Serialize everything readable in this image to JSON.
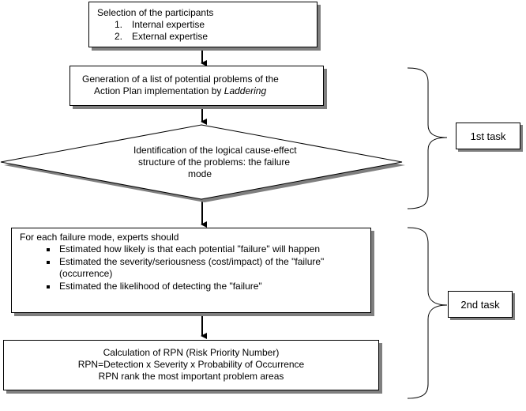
{
  "step1": {
    "title": "Selection of the participants",
    "items": [
      {
        "num": "1.",
        "label": "Internal expertise"
      },
      {
        "num": "2.",
        "label": "External expertise"
      }
    ]
  },
  "step2": {
    "line1": "Generation of a list of potential problems of the",
    "line2_prefix": "Action Plan implementation by ",
    "line2_italic": "Laddering"
  },
  "step3": {
    "lines": [
      "Identification of the logical cause-effect",
      "structure of the problems: the failure",
      "mode"
    ]
  },
  "step4": {
    "intro": "For each failure mode, experts should",
    "bullets": [
      "Estimated how likely is that each potential \"failure\" will happen",
      "Estimated the severity/seriousness (cost/impact) of the \"failure\"",
      "(occurrence)",
      "Estimated the likelihood of detecting the \"failure\""
    ]
  },
  "step5": {
    "lines": [
      "Calculation of RPN (Risk Priority Number)",
      "RPN=Detection x Severity x Probability of Occurrence",
      "RPN rank the most important problem areas"
    ]
  },
  "tasks": {
    "first": "1st task",
    "second": "2nd task"
  }
}
